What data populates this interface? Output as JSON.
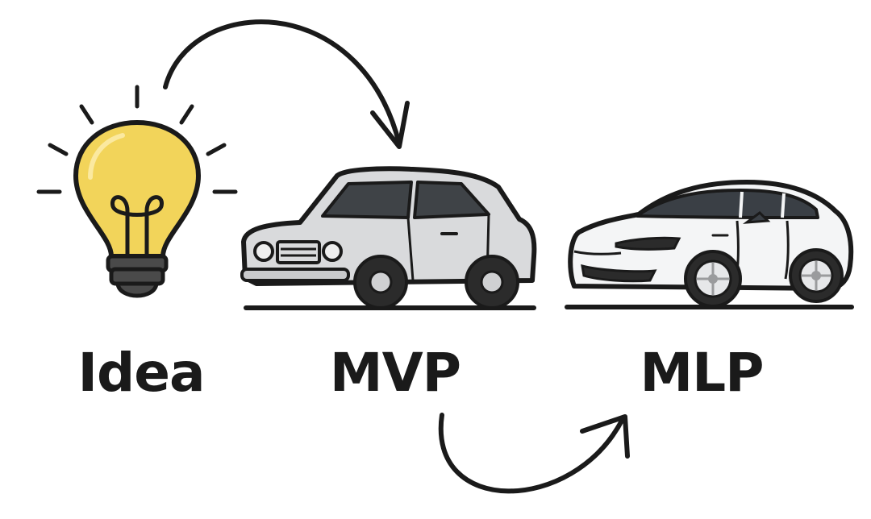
{
  "stages": [
    {
      "id": "idea",
      "label": "Idea",
      "icon": "lightbulb-icon"
    },
    {
      "id": "mvp",
      "label": "MVP",
      "icon": "old-car-icon"
    },
    {
      "id": "mlp",
      "label": "MLP",
      "icon": "modern-car-icon"
    }
  ],
  "colors": {
    "bulb_glass": "#f2d45a",
    "bulb_base": "#4a4a4a",
    "old_car_body": "#d9dadc",
    "old_car_window": "#3f4347",
    "modern_car_body": "#f4f5f6",
    "modern_car_window": "#3a3f45",
    "tire": "#2b2b2b",
    "outline": "#1a1a1a",
    "text": "#1a1a1a"
  }
}
